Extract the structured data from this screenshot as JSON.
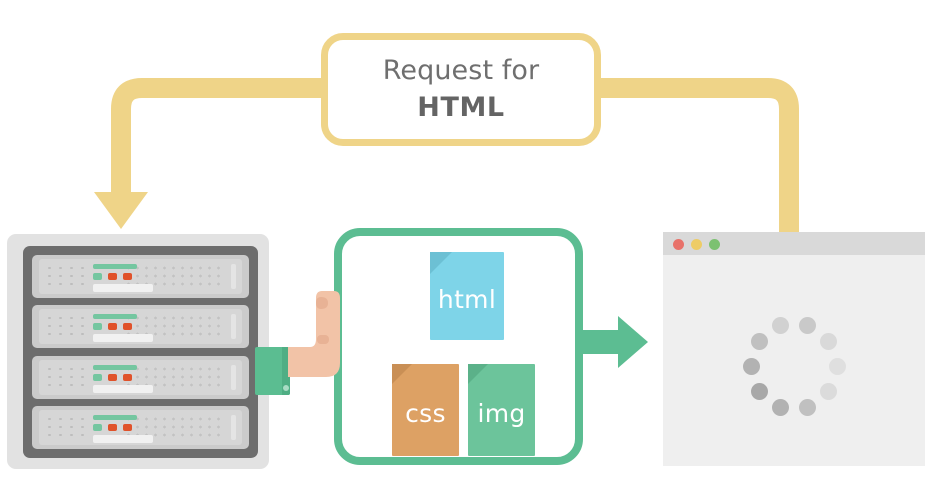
{
  "diagram": {
    "title": "HTML request and response flow",
    "background_color": "#ffffff"
  },
  "request_label": {
    "name": "request-for-html-box",
    "line1": "Request for",
    "line2": "HTML",
    "border_color": "#efd488",
    "fill_color": "#ffffff",
    "text_color": "#6f6f6f"
  },
  "flow": {
    "request_path_color": "#efd488",
    "response_arrow_color": "#5cbd92",
    "request_direction": "browser-to-server",
    "response_direction": "server-to-browser"
  },
  "server": {
    "name": "server-rack",
    "frame_color": "#e2e2e2",
    "body_color": "#6d6d6d",
    "unit_count": 4,
    "units": [
      {
        "label": "server-unit-1",
        "status_led_green": "#74c6a0",
        "status_led_red": "#e0522a"
      },
      {
        "label": "server-unit-2",
        "status_led_green": "#74c6a0",
        "status_led_red": "#e0522a"
      },
      {
        "label": "server-unit-3",
        "status_led_green": "#74c6a0",
        "status_led_red": "#e0522a"
      },
      {
        "label": "server-unit-4",
        "status_led_green": "#74c6a0",
        "status_led_red": "#e0522a"
      }
    ]
  },
  "arm": {
    "name": "hand-delivering-files",
    "sleeve_color": "#5bbd91",
    "skin_color": "#f2c3a7"
  },
  "files_panel": {
    "name": "website-files-panel",
    "border_color": "#5cbd92",
    "fill_color": "#ffffff",
    "files": [
      {
        "name": "html-file-icon",
        "label": "html",
        "color": "#7ed4e8",
        "fold_color": "#6cc0d4"
      },
      {
        "name": "css-file-icon",
        "label": "css",
        "color": "#dda164",
        "fold_color": "#c98f55"
      },
      {
        "name": "img-file-icon",
        "label": "img",
        "color": "#6cc49b",
        "fold_color": "#5bb189"
      }
    ]
  },
  "browser": {
    "name": "browser-window",
    "chrome_color": "#d9d9d9",
    "canvas_color": "#efefef",
    "traffic_lights": [
      {
        "name": "close-button",
        "color": "#e8726a"
      },
      {
        "name": "minimize-button",
        "color": "#eecc66"
      },
      {
        "name": "maximize-button",
        "color": "#7cc171"
      }
    ],
    "loading_spinner": {
      "name": "loading-spinner",
      "dot_count": 10,
      "dot_opacities": [
        0.3,
        0.38,
        0.22,
        0.16,
        0.2,
        0.48,
        0.62,
        0.72,
        0.62,
        0.48
      ]
    }
  }
}
